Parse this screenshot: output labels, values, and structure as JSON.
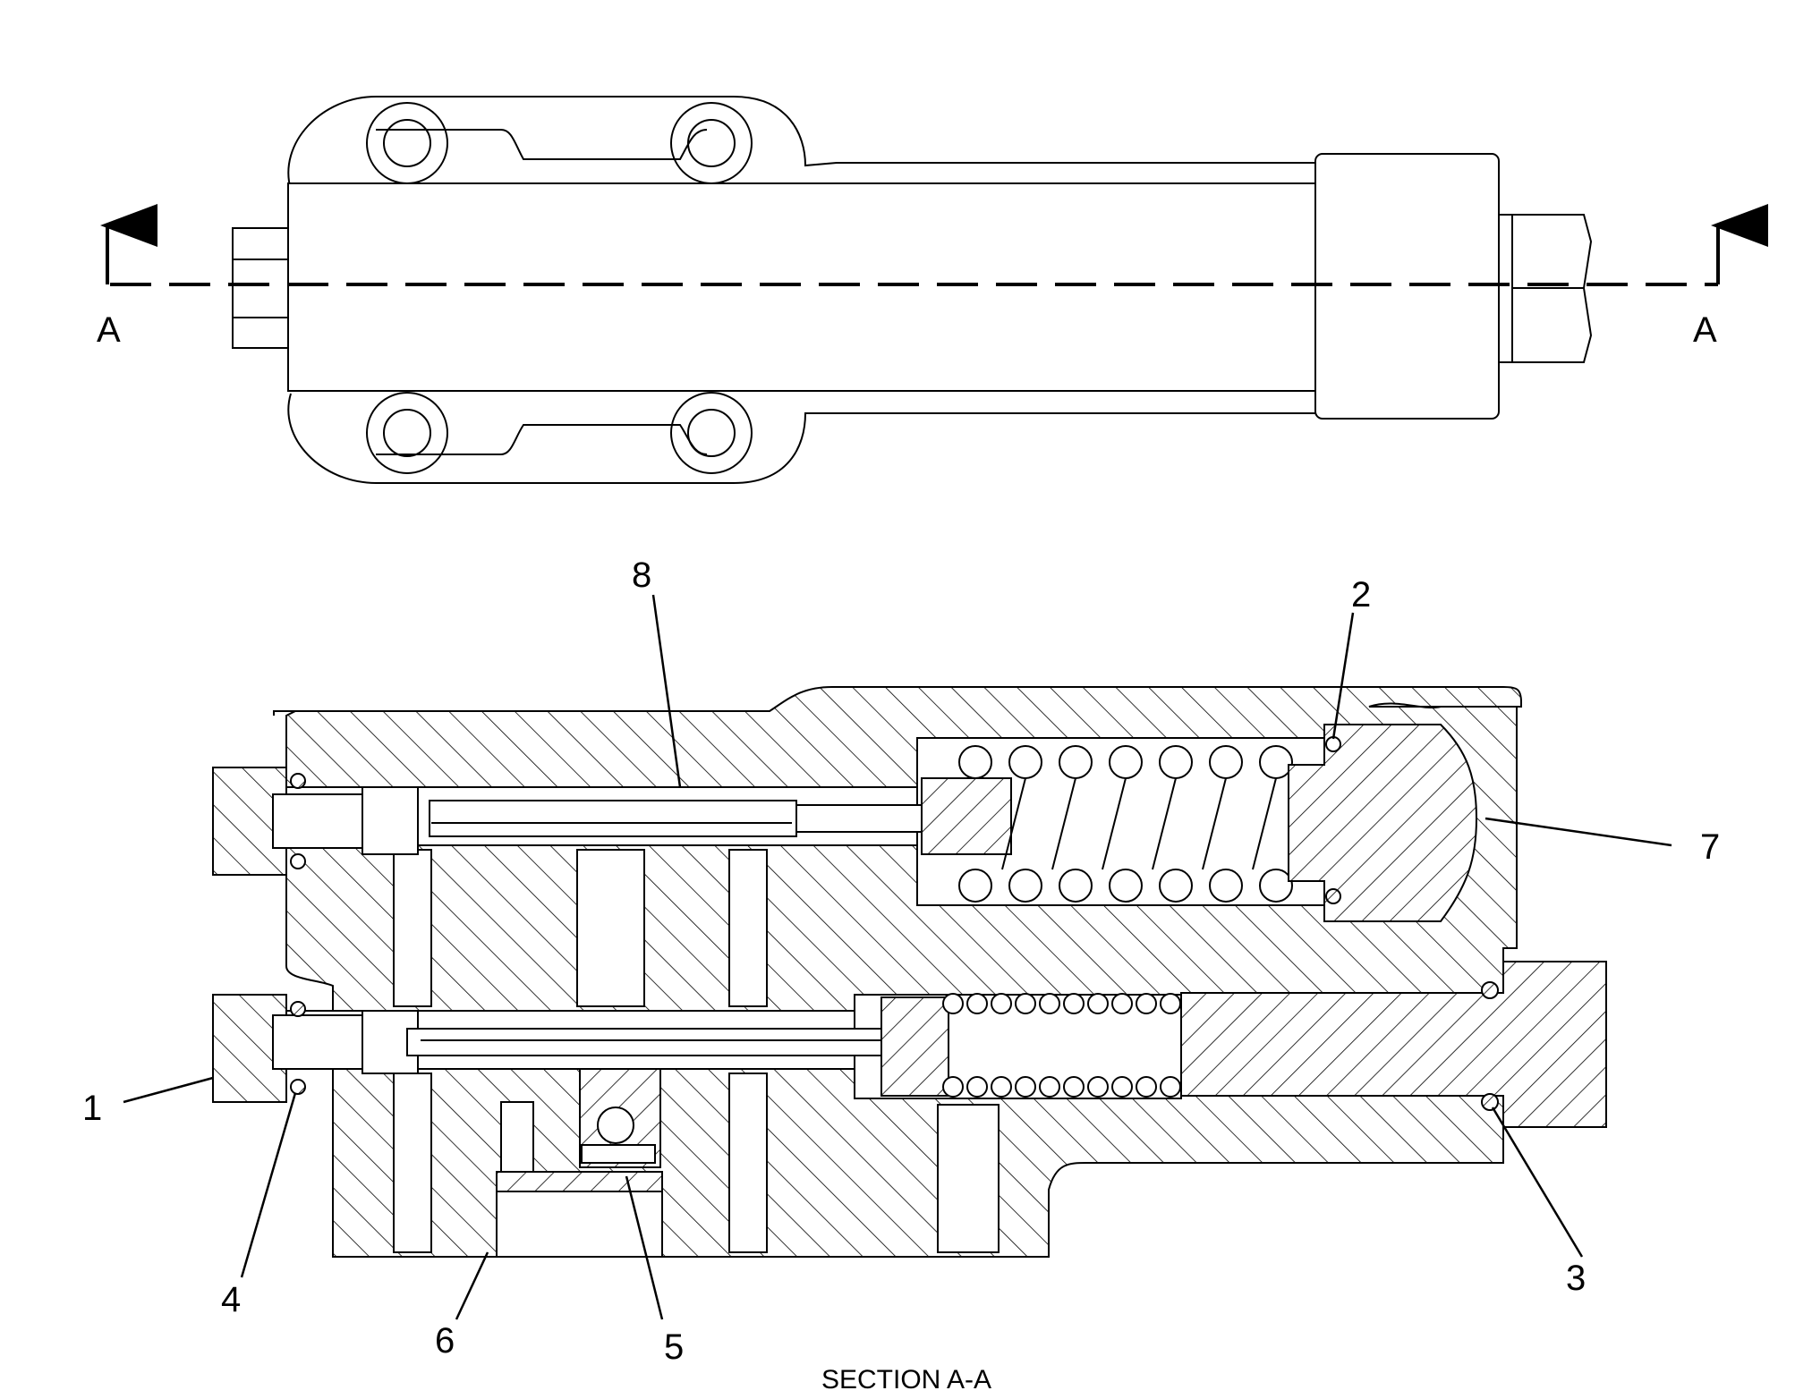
{
  "view_labels": {
    "left": "A",
    "right": "A"
  },
  "section_caption": "SECTION A-A",
  "callouts": [
    "1",
    "2",
    "3",
    "4",
    "5",
    "6",
    "7",
    "8"
  ],
  "colors": {
    "line": "#000000",
    "background": "#ffffff"
  }
}
